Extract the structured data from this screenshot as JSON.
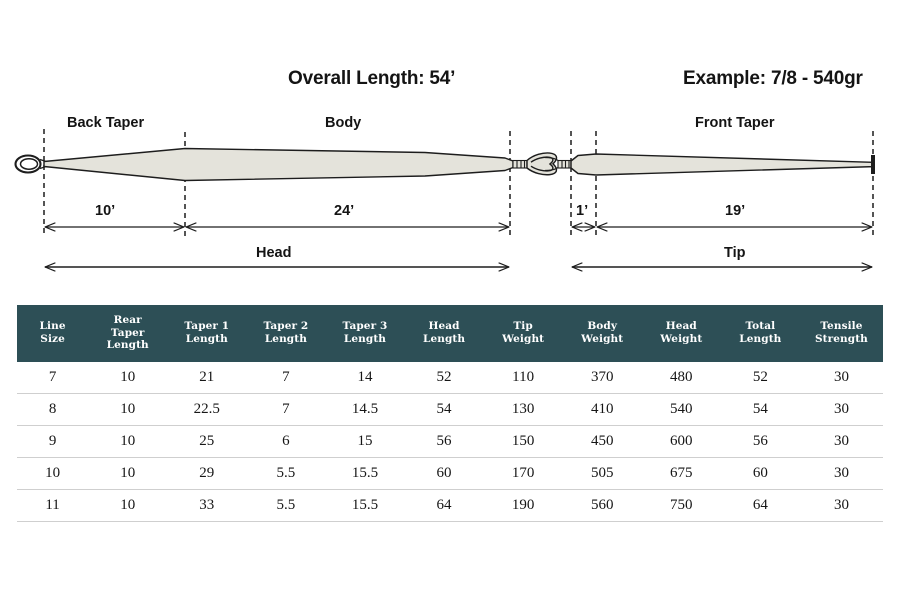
{
  "diagram": {
    "overall_length_label": "Overall Length: 54’",
    "example_label": "Example: 7/8 - 540gr",
    "sections": {
      "back_taper": "Back Taper",
      "body": "Body",
      "front_taper": "Front Taper"
    },
    "dimensions": {
      "back_taper_len": "10’",
      "body_len": "24’",
      "gap_len": "1’",
      "front_taper_len": "19’",
      "head": "Head",
      "tip": "Tip"
    },
    "colors": {
      "line_fill": "#e4e3db",
      "line_stroke": "#1d1d1d",
      "guide": "#1d1d1d",
      "text": "#141414"
    }
  },
  "table": {
    "accent_color": "#2d4f56",
    "columns": [
      {
        "lines": [
          "Line",
          "Size"
        ]
      },
      {
        "lines": [
          "Rear",
          "Taper",
          "Length"
        ]
      },
      {
        "lines": [
          "Taper 1",
          "Length"
        ]
      },
      {
        "lines": [
          "Taper 2",
          "Length"
        ]
      },
      {
        "lines": [
          "Taper 3",
          "Length"
        ]
      },
      {
        "lines": [
          "Head",
          "Length"
        ]
      },
      {
        "lines": [
          "Tip",
          "Weight"
        ]
      },
      {
        "lines": [
          "Body",
          "Weight"
        ]
      },
      {
        "lines": [
          "Head",
          "Weight"
        ]
      },
      {
        "lines": [
          "Total",
          "Length"
        ]
      },
      {
        "lines": [
          "Tensile",
          "Strength"
        ]
      }
    ],
    "rows": [
      [
        "7",
        "10",
        "21",
        "7",
        "14",
        "52",
        "110",
        "370",
        "480",
        "52",
        "30"
      ],
      [
        "8",
        "10",
        "22.5",
        "7",
        "14.5",
        "54",
        "130",
        "410",
        "540",
        "54",
        "30"
      ],
      [
        "9",
        "10",
        "25",
        "6",
        "15",
        "56",
        "150",
        "450",
        "600",
        "56",
        "30"
      ],
      [
        "10",
        "10",
        "29",
        "5.5",
        "15.5",
        "60",
        "170",
        "505",
        "675",
        "60",
        "30"
      ],
      [
        "11",
        "10",
        "33",
        "5.5",
        "15.5",
        "64",
        "190",
        "560",
        "750",
        "64",
        "30"
      ]
    ]
  }
}
